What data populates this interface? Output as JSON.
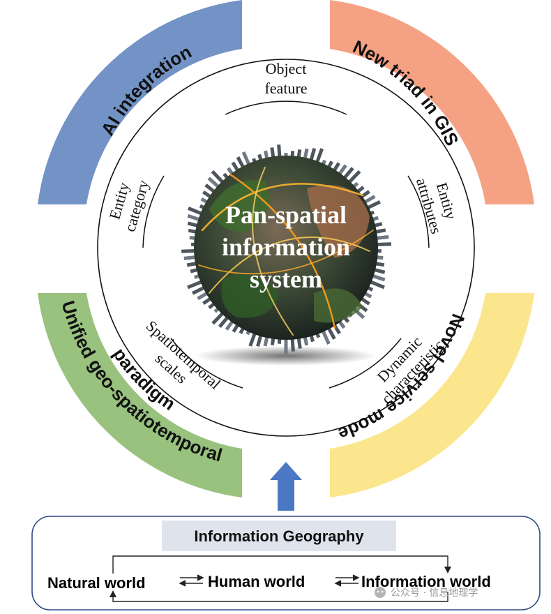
{
  "quadrants": {
    "top_left": {
      "label": "AI integration",
      "color": "#7393C6"
    },
    "top_right": {
      "label": "New triad in GIS",
      "color": "#F4A283"
    },
    "bottom_left": {
      "label": "Unified geo-spatiotemporal paradigm",
      "line1": "Unified geo-spatiotemporal",
      "line2": "paradigm",
      "color": "#98C27E"
    },
    "bottom_right": {
      "label": "Novel service mode",
      "color": "#FBE68E"
    }
  },
  "aspects": {
    "top": {
      "line1": "Object",
      "line2": "feature"
    },
    "left": {
      "line1": "Entity",
      "line2": "category"
    },
    "right": {
      "line1": "Entity",
      "line2": "attributes"
    },
    "bottom_left": {
      "line1": "Spatiotemporal",
      "line2": "scales"
    },
    "bottom_right": {
      "line1": "Dynamic",
      "line2": "characteristic"
    }
  },
  "center": {
    "line1": "Pan-spatial",
    "line2": "information",
    "line3": "system"
  },
  "bottom_panel": {
    "title": "Information Geography",
    "worlds": [
      "Natural world",
      "Human world",
      "Information world"
    ]
  },
  "watermark": "公众号 · 信息地理学",
  "colors": {
    "arrow": "#4A78C4",
    "panel_border": "#2F4A8A",
    "title_box": "#DFE4EC"
  }
}
